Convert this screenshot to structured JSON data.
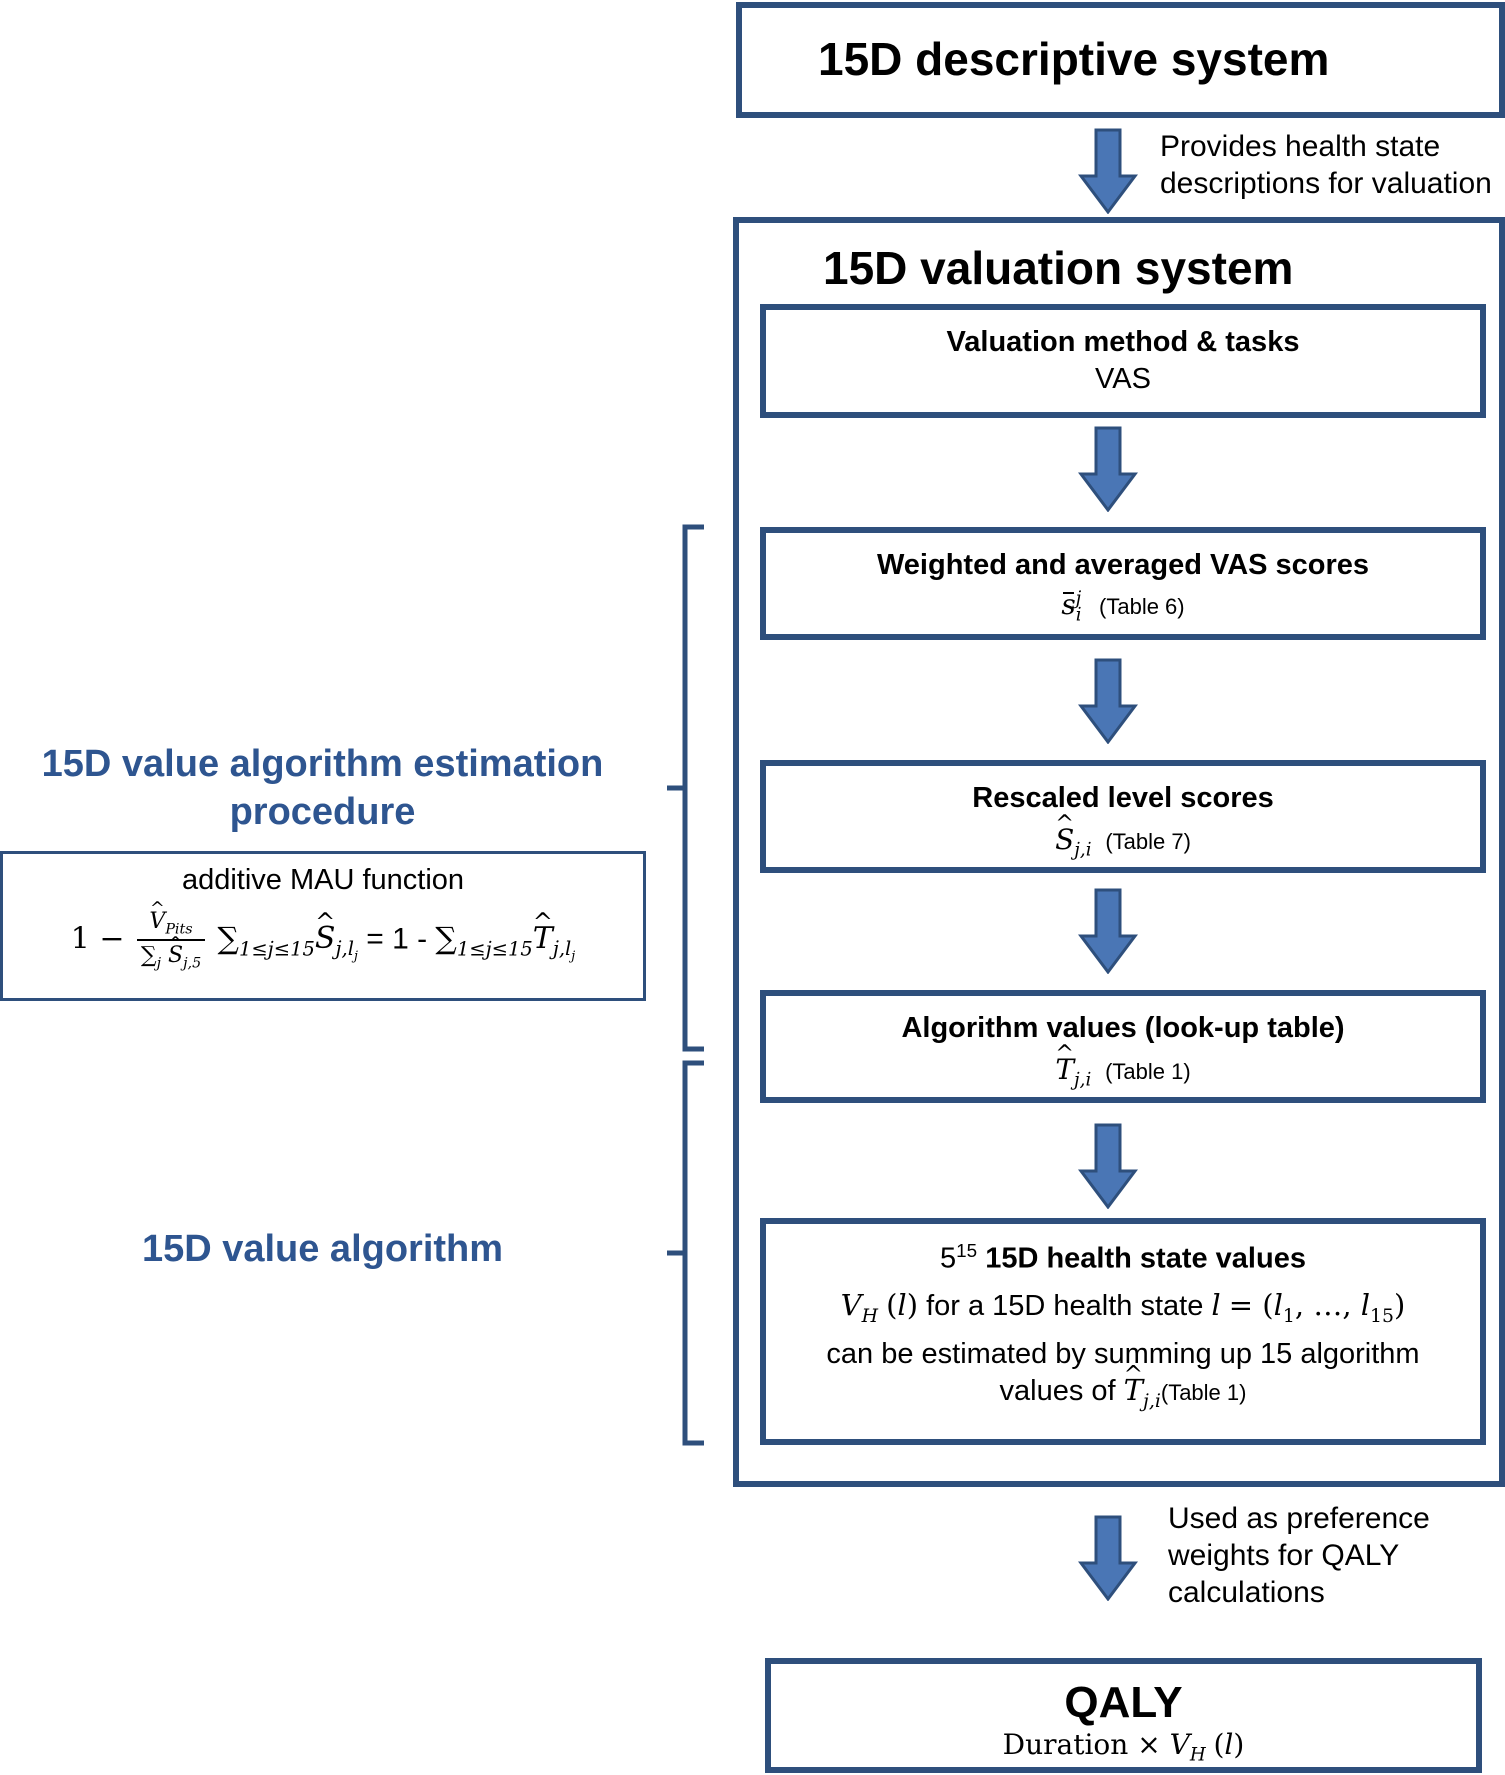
{
  "descriptive": {
    "title": "15D descriptive system"
  },
  "note_top": {
    "line1": "Provides health state",
    "line2": "descriptions for valuation"
  },
  "valuation": {
    "title": "15D valuation system"
  },
  "box_method": {
    "title": "Valuation method & tasks",
    "subtitle": "VAS"
  },
  "box_weighted": {
    "title": "Weighted and averaged VAS scores",
    "symbol": "s",
    "ref": "(Table 6)"
  },
  "box_rescaled": {
    "title": "Rescaled level scores",
    "symbol": "S",
    "ref": "(Table 7)"
  },
  "box_algorithm": {
    "title": "Algorithm values (look-up table)",
    "symbol": "T",
    "ref": "(Table 1)"
  },
  "box_states": {
    "title_prefix": "5",
    "title_sup": "15",
    "title_rest": " 15D health state values",
    "line2_mid": " for a 15D health state ",
    "line3": "can be estimated by summing up 15 algorithm",
    "line4_pre": "values of ",
    "line4_ref": "(Table 1)"
  },
  "left": {
    "estimation_title_1": "15D value algorithm estimation",
    "estimation_title_2": "procedure",
    "mau_label": "additive MAU function",
    "value_algorithm": "15D value algorithm"
  },
  "note_bottom": {
    "line1": "Used as preference",
    "line2": "weights for QALY",
    "line3": "calculations"
  },
  "qaly": {
    "title": "QALY",
    "formula_word": "Duration"
  },
  "colors": {
    "border": "#2e4f7c",
    "arrow_fill": "#4a76b5",
    "arrow_stroke": "#2e4f7c",
    "heading": "#2e5590"
  }
}
